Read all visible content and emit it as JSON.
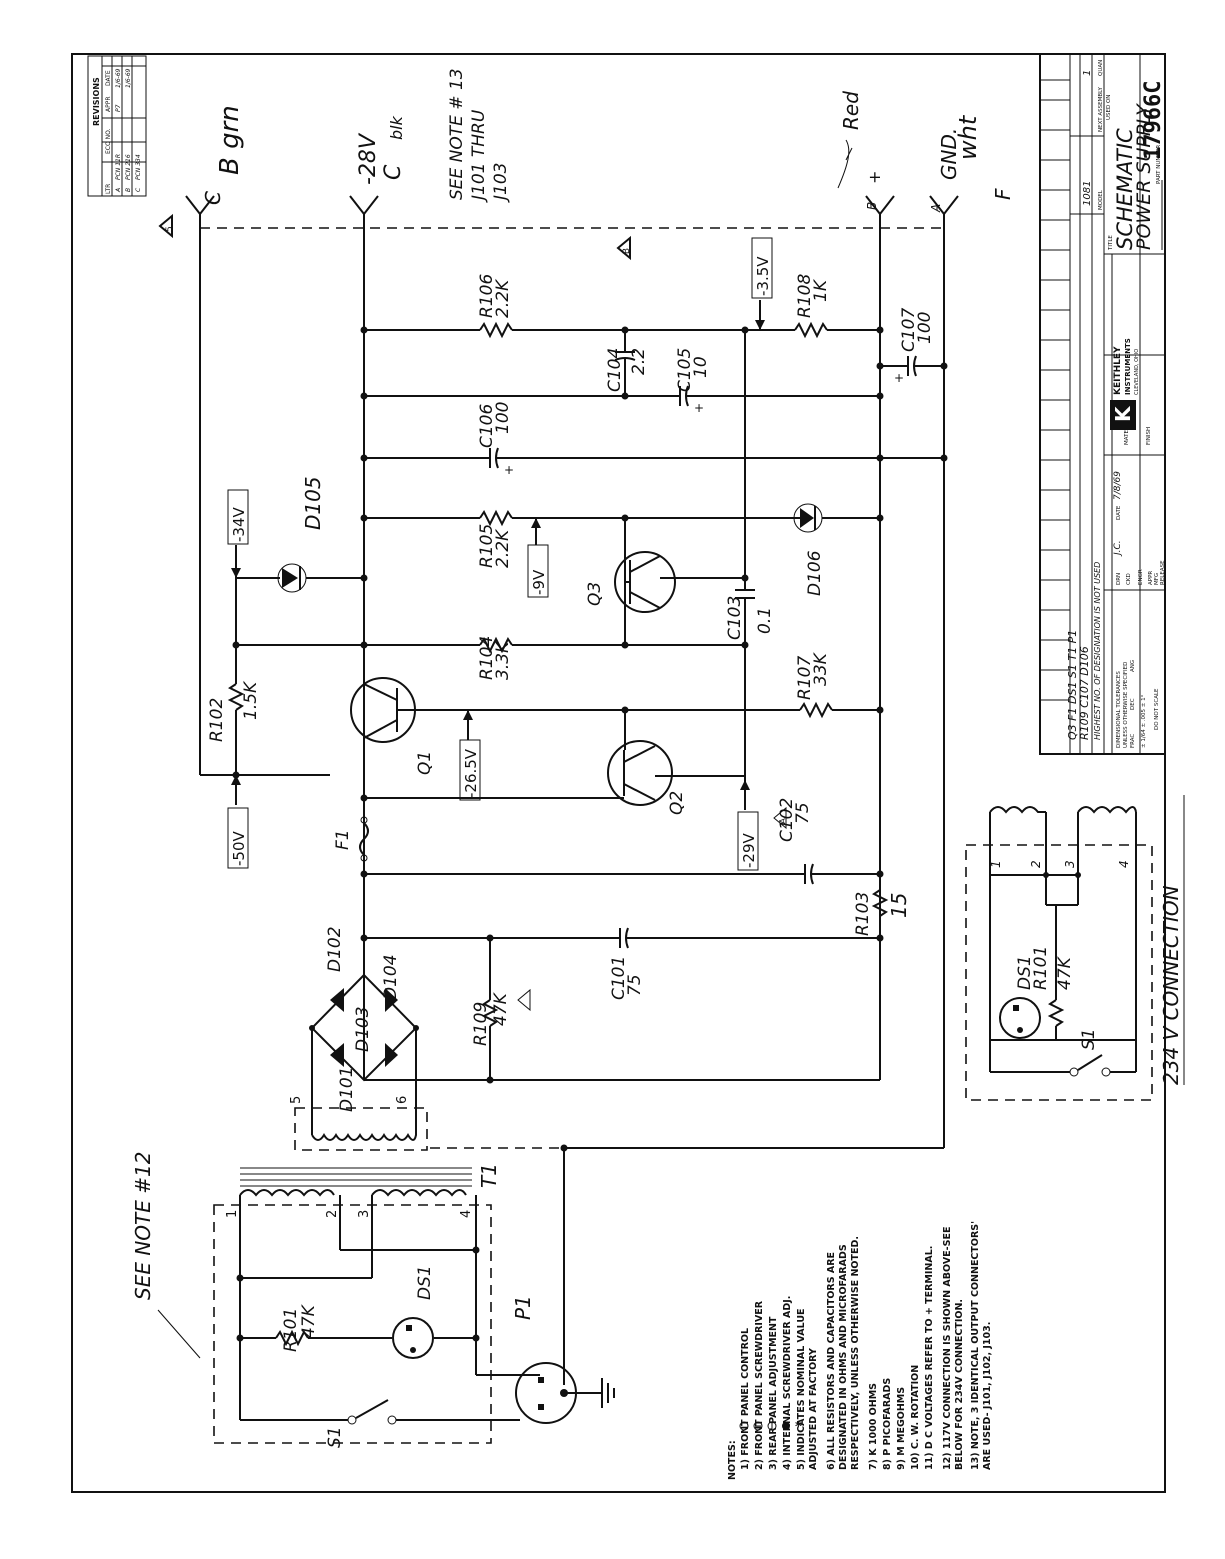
{
  "revisions": {
    "title": "REVISIONS",
    "headers": [
      "LTR",
      "ECO NO.",
      "APPR",
      "DATE"
    ],
    "rows": [
      [
        "A",
        "PCN 11R",
        "P7",
        "1/6-69"
      ],
      [
        "B",
        "PCN 216",
        "",
        "1/6-69"
      ],
      [
        "C",
        "PCN 334",
        "",
        ""
      ]
    ]
  },
  "connectors": {
    "c_pin": "C",
    "c_wire": "B grn",
    "neg28_label": "-28V",
    "neg28_pin": "C",
    "neg28_wire": "blk",
    "b_pin": "B",
    "b_wire": "Red",
    "b_polarity": "+",
    "a_pin": "A",
    "gnd_label": "GND.",
    "gnd_wire": "wht",
    "f_mark": "F"
  },
  "notes_callouts": {
    "note13": "SEE NOTE # 13",
    "note13_line2": "J101 THRU",
    "note13_line3": "J103",
    "note12": "SEE NOTE #12",
    "delta_5": "5",
    "delta_b": "B",
    "delta_a": "A"
  },
  "voltages": {
    "v50": "-50V",
    "v34": "-34V",
    "v265": "-26.5V",
    "v29": "-29V",
    "v9": "-9V",
    "v35": "-3.5V"
  },
  "components": {
    "r102": "R102",
    "r102_val": "1.5K",
    "d105": "D105",
    "r104": "R104",
    "r104_val": "3.3K",
    "r105": "R105",
    "r105_val": "2.2K",
    "r106": "R106",
    "r106_val": "2.2K",
    "r107": "R107",
    "r107_val": "33K",
    "r108": "R108",
    "r108_val": "1K",
    "r103": "R103",
    "r103_val": "15",
    "r109": "R109",
    "r109_val": "47K",
    "c101": "C101",
    "c101_val": "75",
    "c102": "C102",
    "c102_val": "75",
    "c103": "C103",
    "c103_val": "0.1",
    "c104": "C104",
    "c104_val": "2.2",
    "c105": "C105",
    "c105_val": "10",
    "c106": "C106",
    "c106_val": "100",
    "c107": "C107",
    "c107_val": "100",
    "q1": "Q1",
    "q2": "Q2",
    "q3": "Q3",
    "d101": "D101",
    "d102": "D102",
    "d103": "D103",
    "d104": "D104",
    "d106": "D106",
    "f1": "F1",
    "t1": "T1",
    "p1": "P1",
    "s1": "S1",
    "ds1": "DS1",
    "r101": "R101",
    "r101_val": "47K",
    "pin1": "1",
    "pin2": "2",
    "pin3": "3",
    "pin4": "4",
    "pin5": "5",
    "pin6": "6"
  },
  "inset": {
    "title": "234 V CONNECTION",
    "ds1": "DS1",
    "r101": "R101",
    "r101_val": "47K",
    "s1": "S1",
    "pin1": "1",
    "pin2": "2",
    "pin3": "3",
    "pin4": "4"
  },
  "notes": {
    "heading": "NOTES:",
    "items": [
      "1)  FRONT PANEL CONTROL",
      "2)  FRONT PANEL SCREWDRIVER",
      "3)  REAR PANEL ADJUSTMENT",
      "4)  INTERNAL SCREWDRIVER ADJ.",
      "5)  INDICATES NOMINAL VALUE",
      "      ADJUSTED AT FACTORY",
      "6)  ALL RESISTORS AND CAPACITORS ARE",
      "      DESIGNATED IN OHMS AND MICROFARADS",
      "      RESPECTIVELY, UNLESS OTHERWISE NOTED.",
      "7)  K  1000 OHMS",
      "8)  P  PICOFARADS",
      "9)  M  MEGOHMS",
      "10)  C. W. ROTATION",
      "11)  D C VOLTAGES REFER TO + TERMINAL.",
      "12)  117V CONNECTION IS SHOWN ABOVE-SEE",
      "        BELOW FOR 234V CONNECTION.",
      "13)  NOTE, 3 IDENTICAL OUTPUT CONNECTORS'",
      "        ARE USED- J101, J102, J103."
    ]
  },
  "title_block": {
    "parts_row1": "Q3   F1   DS1   S1   T1   P1",
    "parts_row2": "R109 C107 D106",
    "highest_note": "HIGHEST NO. OF DESIGNATION IS NOT USED",
    "model": "MODEL",
    "model_val": "1081",
    "next_assembly": "NEXT ASSEMBLY",
    "used_on": "USED ON",
    "qty": "QUAN",
    "qty_val": "1",
    "tolerances": "DIMENSIONAL TOLERANCES",
    "unless": "UNLESS OTHERWISE SPECIFIED",
    "frac": "FRAC",
    "dec": "DEC",
    "ang": "ANG",
    "tol_vals": "± 1/64   ± .005   ± 1°",
    "do_not_scale": "DO NOT SCALE",
    "drn": "DRN",
    "drn_val": "J.C.",
    "date": "DATE",
    "date_val": "7/8/69",
    "chk": "CKD",
    "eng": "ENGR",
    "appr": "APPR",
    "mfg": "MFG",
    "release": "RELEASE",
    "company": "KEITHLEY",
    "company2": "INSTRUMENTS",
    "city": "CLEVELAND, OHIO",
    "logo": "K",
    "material": "MATERIAL",
    "finish": "FINISH",
    "title_label": "TITLE",
    "title1": "SCHEMATIC",
    "title2": "POWER SUPPLY",
    "part_number_label": "PART NUMBER",
    "part_number": "17966C"
  }
}
